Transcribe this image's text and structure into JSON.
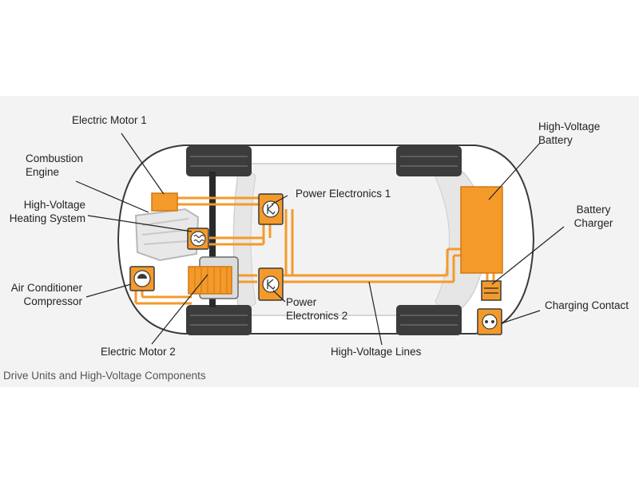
{
  "colors": {
    "background": "#f3f3f3",
    "car_body": "#ffffff",
    "car_outline": "#3a3a3a",
    "orange": "#f49a2a",
    "orange_dark": "#e8811a",
    "tire": "#3c3c3c"
  },
  "labels": {
    "electric_motor_1": "Electric Motor 1",
    "combustion_engine": "Combustion\nEngine",
    "hv_heating_system": "High-Voltage\nHeating System",
    "ac_compressor": "Air Conditioner\nCompressor",
    "electric_motor_2": "Electric Motor 2",
    "power_electronics_1": "Power Electronics 1",
    "power_electronics_2": "Power\nElectronics 2",
    "hv_lines": "High-Voltage Lines",
    "hv_battery": "High-Voltage\nBattery",
    "battery_charger": "Battery\nCharger",
    "charging_contact": "Charging Contact"
  },
  "caption": "Drive Units and High-Voltage Components"
}
